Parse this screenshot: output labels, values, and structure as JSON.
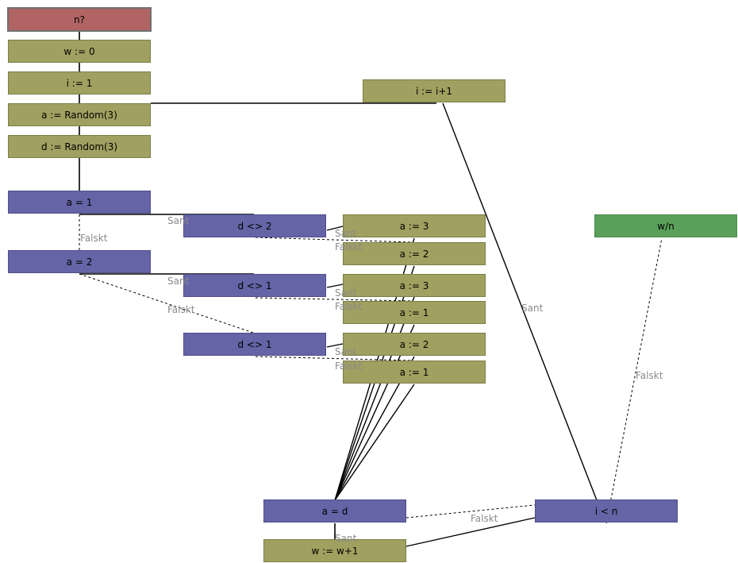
{
  "nodes": {
    "n_input": "n?",
    "w_init": "w := 0",
    "i_init": "i := 1",
    "a_random": "a := Random(3)",
    "d_random": "d := Random(3)",
    "a_eq_1": "a = 1",
    "a_eq_2": "a = 2",
    "d_ne_2": "d <> 2",
    "d_ne_1_a": "d <> 1",
    "d_ne_1_b": "d <> 1",
    "a_set_3_a": "a := 3",
    "a_set_2_a": "a := 2",
    "a_set_3_b": "a := 3",
    "a_set_1_a": "a := 1",
    "a_set_2_b": "a := 2",
    "a_set_1_b": "a := 1",
    "i_inc": "i := i+1",
    "w_div_n": "w/n",
    "a_eq_d": "a = d",
    "w_inc": "w := w+1",
    "i_lt_n": "i < n"
  },
  "edge_labels": {
    "true_label": "Sant",
    "false_label": "Falskt"
  },
  "colors": {
    "input": "#b06464",
    "assign": "#a0a060",
    "decision": "#6464a6",
    "output": "#5aa05a"
  }
}
